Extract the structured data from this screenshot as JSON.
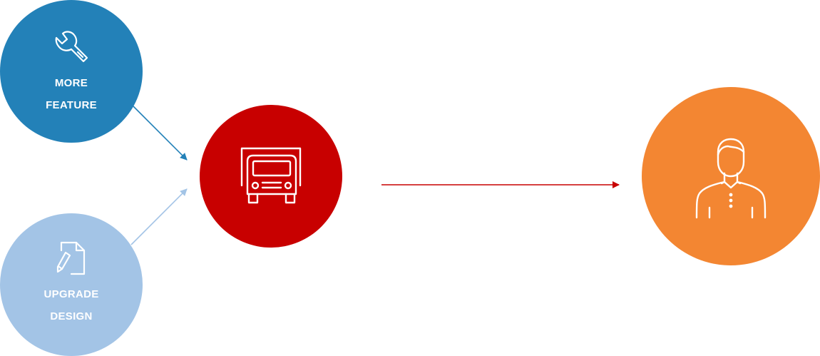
{
  "nodes": {
    "feature": {
      "label_line1": "MORE",
      "label_line2": "FEATURE",
      "icon": "wrench-icon",
      "color": "#2381B8"
    },
    "design": {
      "label_line1": "UPGRADE",
      "label_line2": "DESIGN",
      "icon": "document-pencil-icon",
      "color": "#A3C4E6"
    },
    "truck": {
      "icon": "truck-icon",
      "color": "#C80000"
    },
    "person": {
      "icon": "person-icon",
      "color": "#F38632"
    }
  },
  "edges": [
    {
      "from": "feature",
      "to": "truck",
      "color": "#2381B8"
    },
    {
      "from": "design",
      "to": "truck",
      "color": "#A3C4E6"
    },
    {
      "from": "truck",
      "to": "person",
      "color": "#C80000"
    }
  ]
}
